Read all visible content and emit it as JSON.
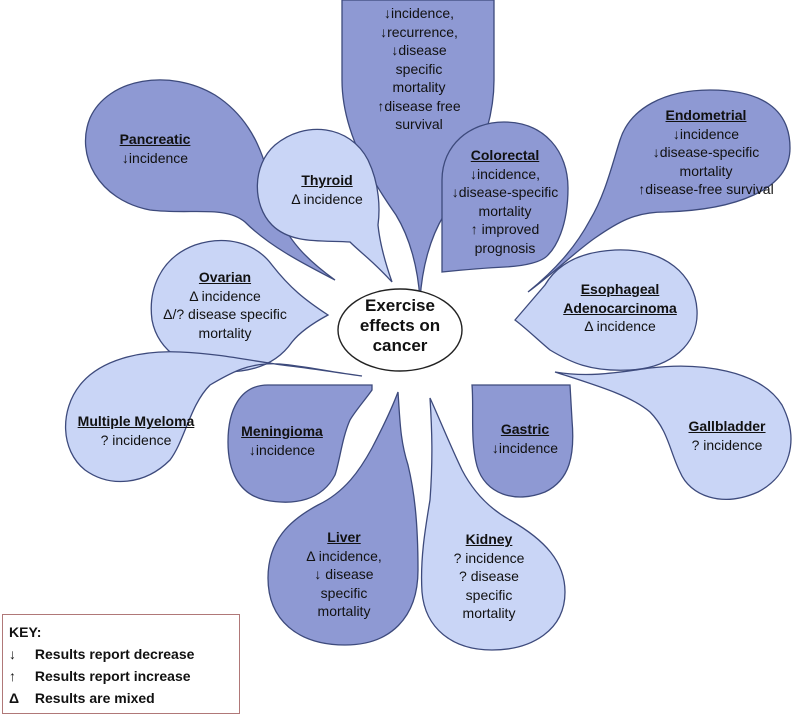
{
  "center": {
    "lines": [
      "Exercise",
      "effects on",
      "cancer"
    ]
  },
  "petals": [
    {
      "id": "breast",
      "name": "",
      "lines": [
        "↓incidence,",
        "↓recurrence,",
        "↓disease",
        "specific",
        "mortality",
        "↑disease free",
        "survival"
      ],
      "shade": "dark"
    },
    {
      "id": "pancreatic",
      "name": "Pancreatic",
      "lines": [
        "↓incidence"
      ],
      "shade": "dark"
    },
    {
      "id": "thyroid",
      "name": "Thyroid",
      "lines": [
        "Δ incidence"
      ],
      "shade": "light"
    },
    {
      "id": "colorectal",
      "name": "Colorectal",
      "lines": [
        "↓incidence,",
        "↓disease-specific",
        "mortality",
        "↑ improved",
        "prognosis"
      ],
      "shade": "dark"
    },
    {
      "id": "endometrial",
      "name": "Endometrial",
      "lines": [
        "↓incidence",
        "↓disease-specific",
        "mortality",
        "↑disease-free survival"
      ],
      "shade": "dark"
    },
    {
      "id": "ovarian",
      "name": "Ovarian",
      "lines": [
        "Δ incidence",
        "Δ/? disease specific",
        "mortality"
      ],
      "shade": "light"
    },
    {
      "id": "esophageal",
      "name": "Esophageal Adenocarcinoma",
      "name_lines": [
        "Esophageal",
        "Adenocarcinoma"
      ],
      "lines": [
        "Δ incidence"
      ],
      "shade": "light"
    },
    {
      "id": "multiple-myeloma",
      "name": "Multiple Myeloma",
      "lines": [
        "? incidence"
      ],
      "shade": "light"
    },
    {
      "id": "meningioma",
      "name": "Meningioma",
      "lines": [
        "↓incidence"
      ],
      "shade": "dark"
    },
    {
      "id": "gastric",
      "name": "Gastric",
      "lines": [
        "↓incidence"
      ],
      "shade": "dark"
    },
    {
      "id": "gallbladder",
      "name": "Gallbladder",
      "lines": [
        "? incidence"
      ],
      "shade": "light"
    },
    {
      "id": "liver",
      "name": "Liver",
      "lines": [
        "Δ incidence,",
        "↓ disease",
        "specific",
        "mortality"
      ],
      "shade": "dark"
    },
    {
      "id": "kidney",
      "name": "Kidney",
      "lines": [
        "? incidence",
        "? disease",
        "specific",
        "mortality"
      ],
      "shade": "light"
    }
  ],
  "key": {
    "title": "KEY:",
    "items": [
      {
        "symbol": "↓",
        "label": "Results report decrease"
      },
      {
        "symbol": "↑",
        "label": "Results report increase"
      },
      {
        "symbol": "Δ",
        "label": "Results are mixed"
      }
    ]
  },
  "colors": {
    "dark": "#8e99d3",
    "light": "#c9d5f6",
    "outline": "#3d4a7c"
  }
}
